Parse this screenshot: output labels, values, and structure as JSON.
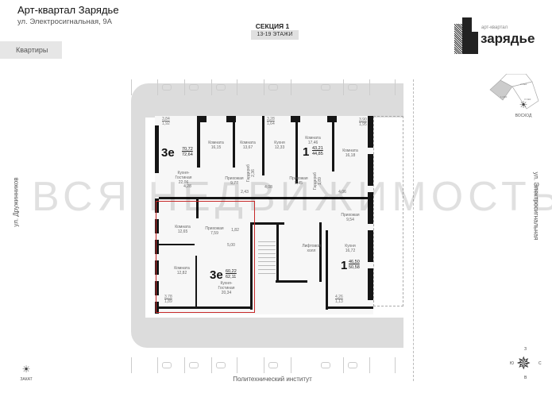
{
  "header": {
    "title": "Арт-квартал Зарядье",
    "address": "ул. Электросигнальная, 9А",
    "tab": "Квартиры",
    "section_title": "СЕКЦИЯ 1",
    "floors": "13-19 ЭТАЖИ"
  },
  "logo": {
    "small": "арт-квартал",
    "big": "зарядье"
  },
  "minimap": {
    "labels": [
      "1 СЕК",
      "2 СЕК",
      "3 СЕК"
    ]
  },
  "sun": {
    "sunrise": "ВОСХОД",
    "sunset": "ЗАКАТ"
  },
  "streets": {
    "left": "ул. Дружинников",
    "right": "ул. Электросигнальная",
    "bottom": "Политехнический институт"
  },
  "compass": {
    "n": "З",
    "s": "В",
    "w": "Ю",
    "e": "С"
  },
  "watermark": "ВСЯ НЕДВИЖИМОСТЬ",
  "apartments": [
    {
      "rooms": "3е",
      "area": "70,72",
      "total": "72,64"
    },
    {
      "rooms": "1",
      "area": "43,21",
      "total": "44,85"
    },
    {
      "rooms": "3е",
      "area": "60,22",
      "total": "62,11",
      "selected": true
    },
    {
      "rooms": "1",
      "area": "46,50",
      "total": "50,58"
    }
  ],
  "balconies": [
    {
      "a": "3,84",
      "b": "1,92"
    },
    {
      "a": "3,28",
      "b": "1,64"
    },
    {
      "a": "3,90",
      "b": "1,95"
    },
    {
      "a": "3,78",
      "b": "1,89"
    },
    {
      "a": "4,26",
      "b": "1,13"
    }
  ],
  "rooms": [
    "Комната\n16,15",
    "Комната\n13,67",
    "Кухня\n12,33",
    "Комната\n17,46",
    "Комната\n16,18",
    "Кухня-\nГостиная\n22,06",
    "4,28",
    "Прихожая\n9,77",
    "2,43",
    "4,08",
    "Прихожая\n5,45",
    "4,06",
    "Комната\n12,65",
    "Прихожая\n7,59",
    "1,82",
    "5,00",
    "Комната\n12,82",
    "Кухня-\nГостиная\n20,34",
    "Лифтовой\nхолл",
    "Прихожая\n9,54",
    "Кухня\n16,72"
  ],
  "vertical_rooms": [
    "Гардероб\n2,36",
    "Гардероб\n1,89"
  ],
  "colors": {
    "selection": "#c62828",
    "road": "#dcdcdc",
    "wall": "#151515"
  }
}
